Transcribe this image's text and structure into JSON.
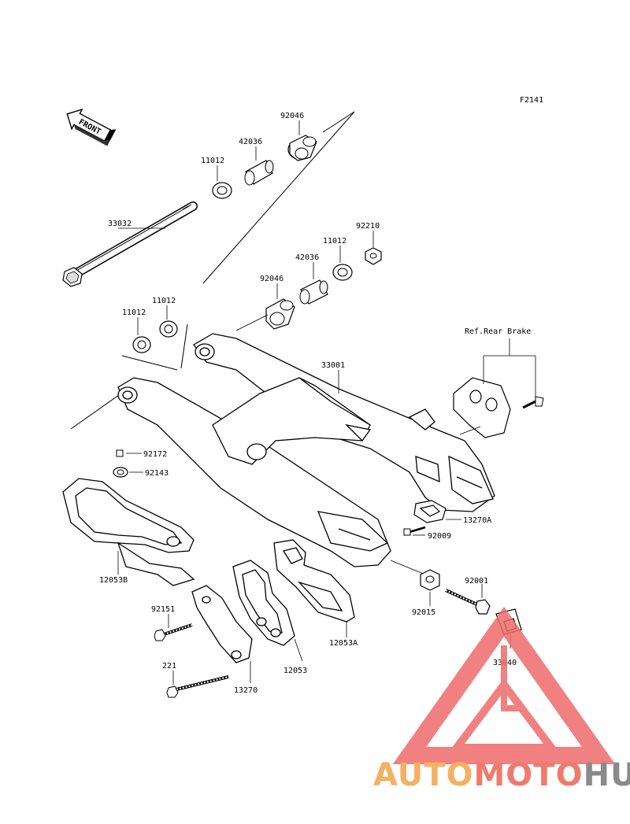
{
  "figure_code": "F2141",
  "front_label": "FRONT",
  "ref_note": "Ref.Rear Brake",
  "parts": {
    "p33032": "33032",
    "p11012_top": "11012",
    "p42036_top": "42036",
    "p92046_top": "92046",
    "p92210": "92210",
    "p11012_mid": "11012",
    "p42036_mid": "42036",
    "p92046_mid": "92046",
    "p11012_left": "11012",
    "p11012_left2": "11012",
    "p33001": "33001",
    "p92172": "92172",
    "p92143": "92143",
    "p12053B": "12053B",
    "p13270A": "13270A",
    "p92009": "92009",
    "p92015": "92015",
    "p92001": "92001",
    "p33040": "33040",
    "p92151": "92151",
    "p12053A": "12053A",
    "p12053": "12053",
    "p221": "221",
    "p13270": "13270"
  },
  "watermark": {
    "part1": "AUTO",
    "part2": "MOTO",
    "part3": "HUB",
    "color1": "#f5b061",
    "color2": "#f07a6a",
    "color3": "#8a8a8a",
    "logo_color": "#ef6a6a"
  }
}
